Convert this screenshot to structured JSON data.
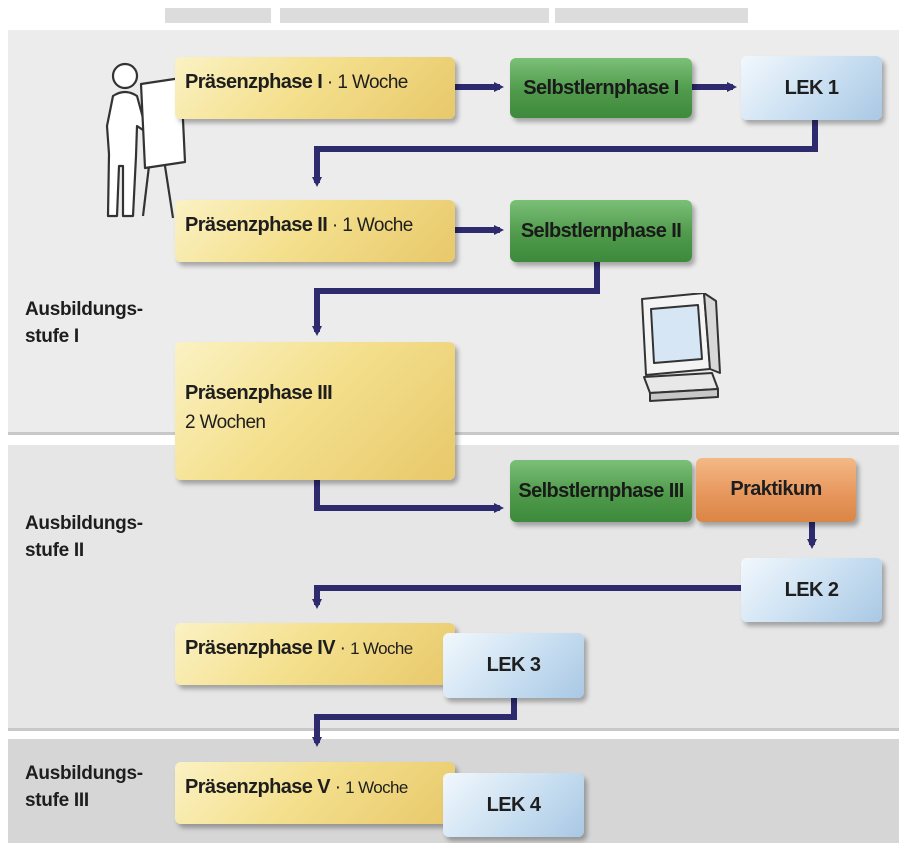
{
  "stages": [
    {
      "label_line1": "Ausbildungs-",
      "label_line2": "stufe I"
    },
    {
      "label_line1": "Ausbildungs-",
      "label_line2": "stufe II"
    },
    {
      "label_line1": "Ausbildungs-",
      "label_line2": "stufe III"
    }
  ],
  "nodes": {
    "p1": {
      "title": "Präsenzphase I",
      "sep": " · ",
      "duration": "1 Woche"
    },
    "s1": {
      "title": "Selbstlernphase I"
    },
    "lek1": {
      "title": "LEK 1"
    },
    "p2": {
      "title": "Präsenzphase II",
      "sep": " · ",
      "duration": "1 Woche"
    },
    "s2": {
      "title": "Selbstlernphase II"
    },
    "p3": {
      "title": "Präsenzphase III",
      "duration": "2 Wochen"
    },
    "s3": {
      "title": "Selbstlernphase III"
    },
    "praktikum": {
      "title": "Praktikum"
    },
    "lek2": {
      "title": "LEK 2"
    },
    "p4": {
      "title": "Präsenzphase IV",
      "sep": " · ",
      "duration": "1 Woche"
    },
    "lek3": {
      "title": "LEK 3"
    },
    "p5": {
      "title": "Präsenzphase V",
      "sep": " · ",
      "duration": "1 Woche"
    },
    "lek4": {
      "title": "LEK 4"
    }
  },
  "colors": {
    "arrow": "#2d2a6e",
    "yellow_box": "#f4e08e",
    "green_box": "#4f9a4b",
    "blue_box": "#c9dff1",
    "orange_box": "#e6955a"
  },
  "icons": [
    "presenter-at-flipchart-icon",
    "computer-monitor-icon"
  ]
}
